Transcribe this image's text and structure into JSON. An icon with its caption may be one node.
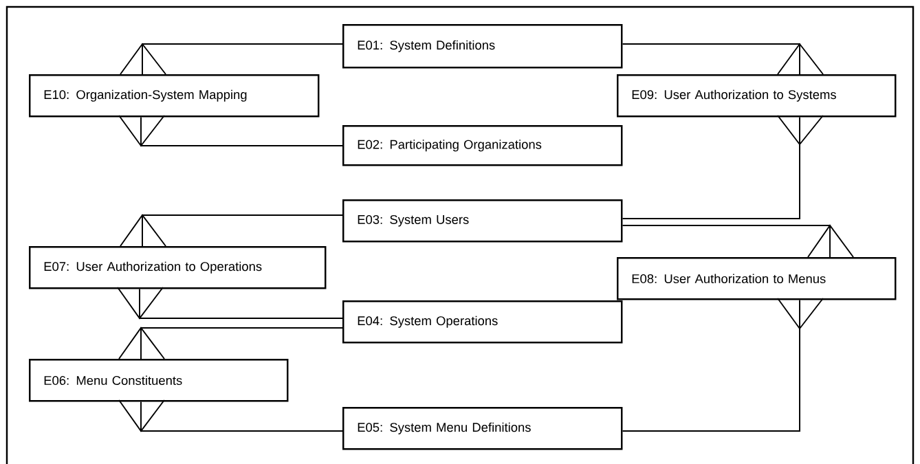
{
  "diagram": {
    "nodes": [
      {
        "text": [
          "E01: System Definitions"
        ]
      },
      {
        "text": [
          "E10: Organization-System Mapping"
        ]
      },
      {
        "text": [
          "E09: User Authorization to Systems"
        ]
      },
      {
        "text": [
          "E02: Participating Organizations"
        ]
      },
      {
        "text": [
          "E03: System Users"
        ]
      },
      {
        "text": [
          "E07: User Authorization to Operations"
        ]
      },
      {
        "text": [
          "E08: User Authorization to Menus"
        ]
      },
      {
        "text": [
          "E04: System Operations"
        ]
      },
      {
        "text": [
          "E06: Menu Constituents"
        ]
      },
      {
        "text": [
          "E05: System Menu Definitions"
        ]
      }
    ],
    "edges": [
      {
        "from": 0,
        "to": 1,
        "arrow": "other"
      },
      {
        "from": 3,
        "to": 1,
        "arrow": "other"
      },
      {
        "from": 0,
        "to": 2,
        "arrow": "other"
      },
      {
        "from": 4,
        "to": 2,
        "arrow": "other"
      },
      {
        "from": 4,
        "to": 5,
        "arrow": "other"
      },
      {
        "from": 4,
        "to": 6,
        "arrow": "other"
      },
      {
        "from": 7,
        "to": 5,
        "arrow": "other"
      },
      {
        "from": 7,
        "to": 8,
        "arrow": "other"
      },
      {
        "from": 9,
        "to": 8,
        "arrow": "other"
      },
      {
        "from": 9,
        "to": 6,
        "arrow": "other"
      }
    ]
  }
}
